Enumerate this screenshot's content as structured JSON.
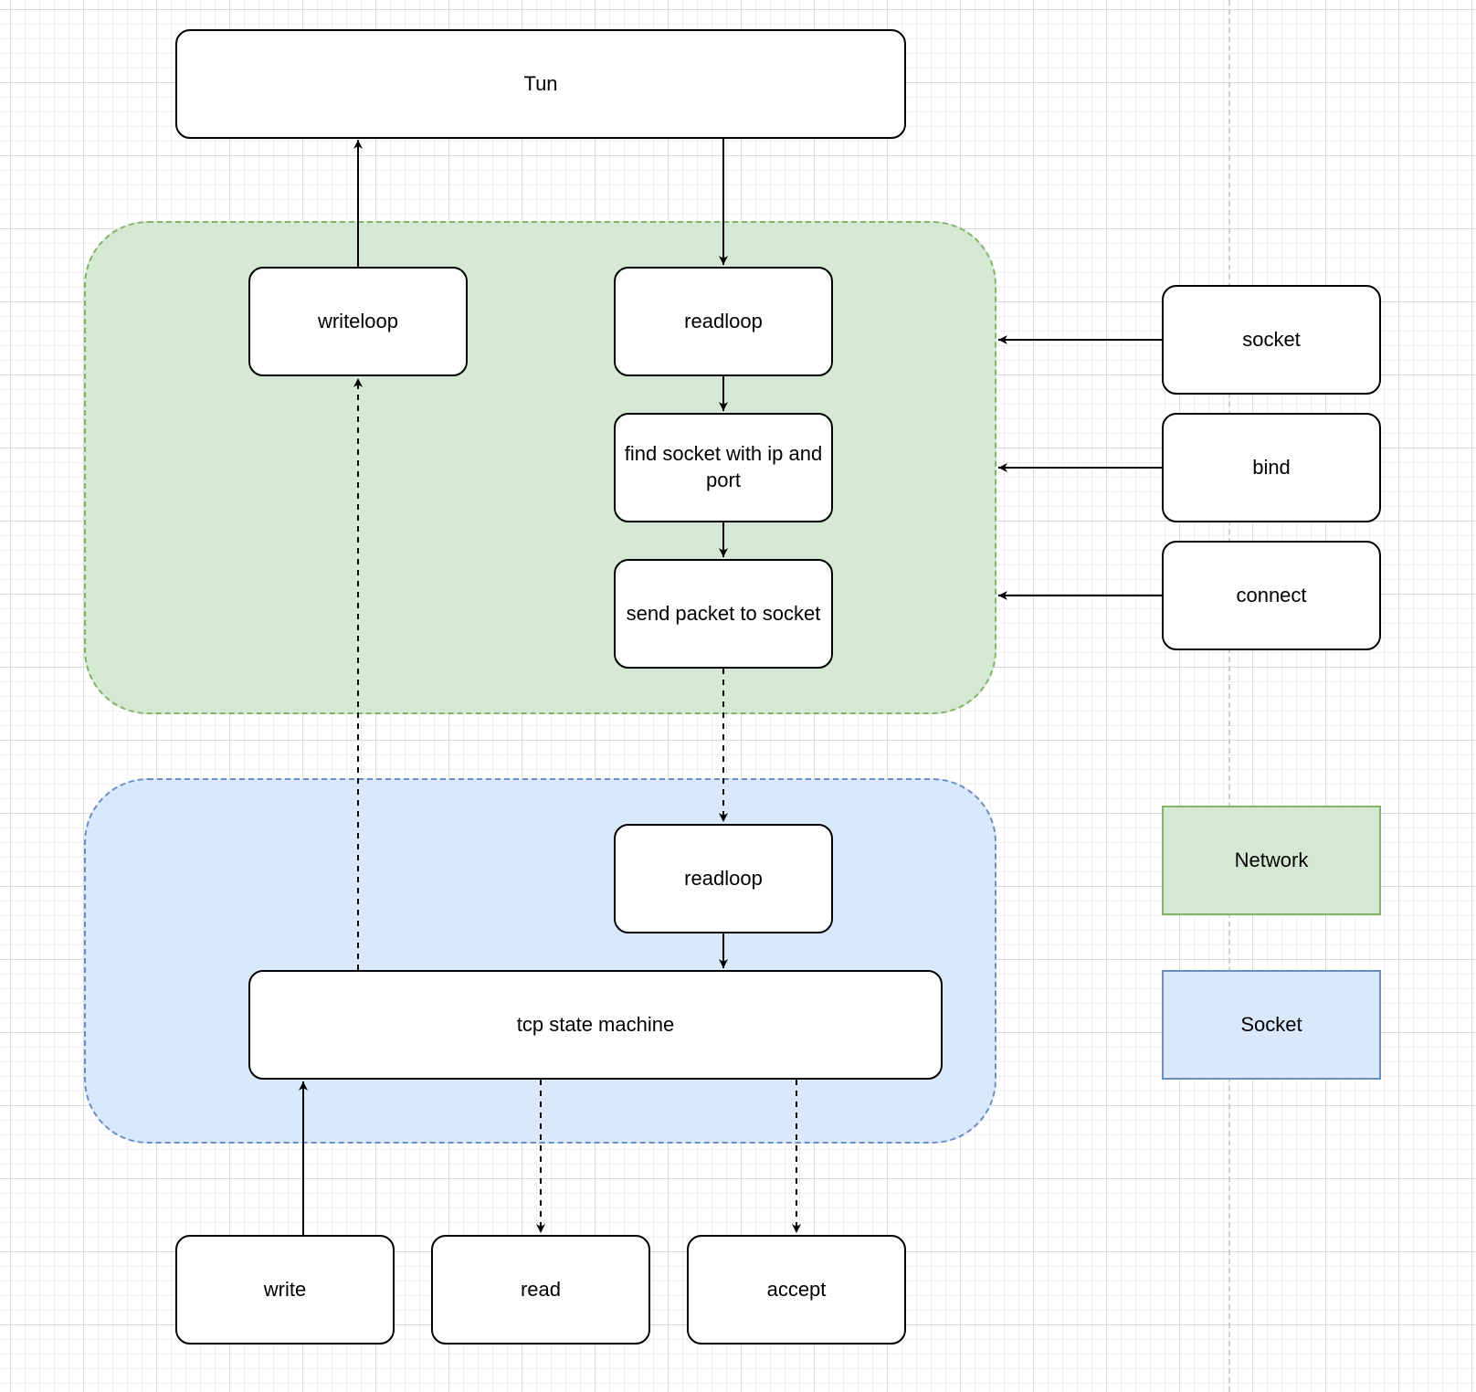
{
  "colors": {
    "network_fill": "#d5e8d4",
    "network_stroke": "#82b366",
    "socket_fill": "#dae8fc",
    "socket_stroke": "#6c8ebf"
  },
  "nodes": {
    "tun": "Tun",
    "writeloop": "writeloop",
    "readloop_network": "readloop",
    "find_socket": "find socket with ip and port",
    "send_packet": "send packet to socket",
    "readloop_socket": "readloop",
    "tcp_state_machine": "tcp state machine",
    "write": "write",
    "read": "read",
    "accept": "accept",
    "socket_api": "socket",
    "bind_api": "bind",
    "connect_api": "connect"
  },
  "legend": {
    "network": "Network",
    "socket": "Socket"
  }
}
